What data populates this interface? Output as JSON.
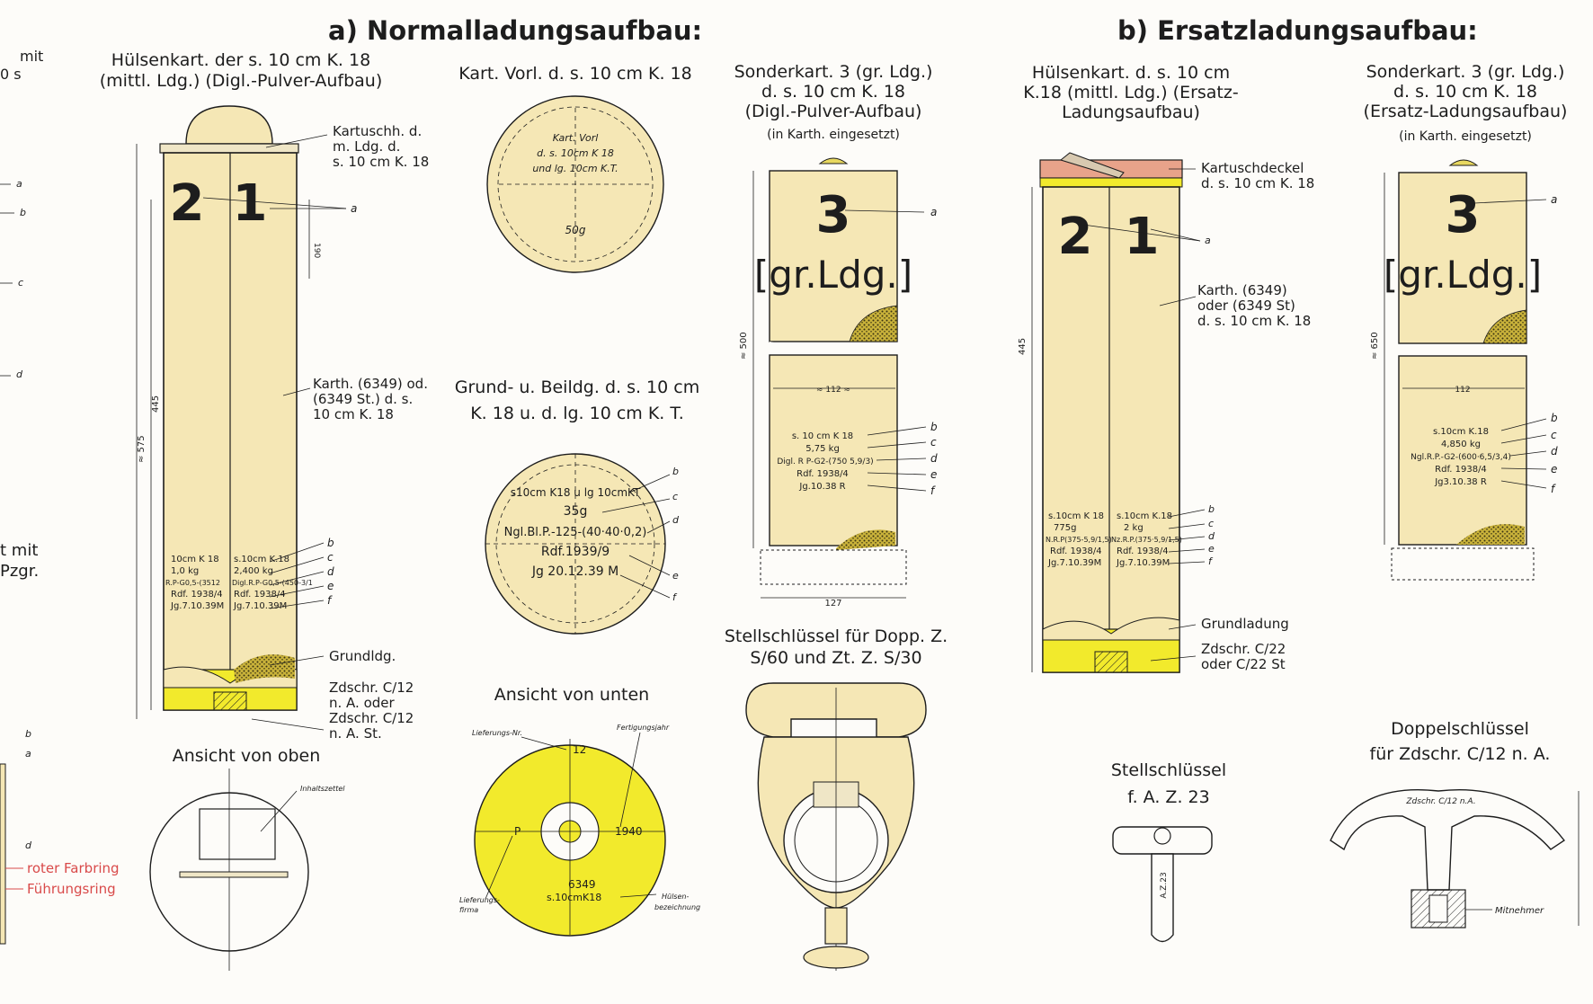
{
  "headings": {
    "a": "a) Normalladungsaufbau:",
    "b": "b) Ersatzladungsaufbau:"
  },
  "colors": {
    "propellant": "#f5e7b5",
    "yellow": "#f2ea2c",
    "red": "#d94a4a",
    "ink": "#1d1d1d",
    "pink_lid": "#e8a38a",
    "brass": "#e8d860"
  },
  "left_fragment": {
    "top_lines": [
      "mit",
      "0 s"
    ],
    "letters_top": [
      "a",
      "b",
      "c",
      "d"
    ],
    "mid_lines": [
      "t mit",
      "Pzgr."
    ],
    "letters_bottom": [
      "b",
      "a",
      "d"
    ],
    "red_label": "roter Farbring",
    "ring_label": "Führungsring"
  },
  "fig_a1": {
    "title": [
      "Hülsenkart. der s. 10 cm K. 18",
      "(mittl. Ldg.) (Digl.-Pulver-Aufbau)"
    ],
    "num_left": "2",
    "num_right": "1",
    "label_cap": [
      "Kartuschh. d.",
      "m. Ldg. d.",
      "s. 10 cm K. 18"
    ],
    "label_bag": [
      "Karth. (6349) od.",
      "(6349 St.) d. s.",
      "10 cm K. 18"
    ],
    "label_base": "Grundldg.",
    "label_fuze": [
      "Zdschr. C/12",
      "n. A. oder",
      "Zdschr. C/12",
      "n. A. St."
    ],
    "dim_190": "190",
    "dim_445": "445",
    "dim_575": "≈ 575",
    "letters": [
      "a",
      "b",
      "c",
      "d",
      "e",
      "f"
    ],
    "stamp_left": [
      "10cm K 18",
      "1,0 kg",
      "R.P-G0,5-(3512",
      "Rdf. 1938/4",
      "Jg.7.10.39M"
    ],
    "stamp_right": [
      "s.10cm K.18",
      "2,400 kg",
      "Digl.R.P-G0,5-(450-3/1",
      "Rdf. 1938/4",
      "Jg.7.10.39M"
    ],
    "view_top_title": "Ansicht von oben",
    "view_top_note": "Inhaltszettel"
  },
  "fig_a2": {
    "title": "Kart. Vorl. d. s. 10 cm K. 18",
    "stamp": [
      "Kart. Vorl",
      "d. s. 10cm K 18",
      "und lg. 10cm K.T."
    ],
    "weight": "50g"
  },
  "fig_a3": {
    "title": [
      "Grund- u. Beildg. d. s. 10 cm",
      "K. 18 u. d. lg. 10 cm K. T."
    ],
    "stamp": [
      "s10cm K18 u lg 10cmKT",
      "35g",
      "Ngl.Bl.P.-125-(40·40·0,2)",
      "Rdf.1939/9",
      "Jg 20.12.39 M"
    ],
    "letters": [
      "b",
      "c",
      "d",
      "e",
      "f"
    ]
  },
  "fig_a4": {
    "title": "Ansicht von unten",
    "num_12": "12",
    "year": "1940",
    "lot": "6349",
    "gun": "s.10cmK18",
    "label_lief_nr": "Lieferungs-Nr.",
    "label_fert": "Fertigungsjahr",
    "label_firma": [
      "Lieferungs-",
      "firma"
    ],
    "label_huelse": [
      "Hülsen-",
      "bezeichnung"
    ],
    "p": "P"
  },
  "fig_a5": {
    "title": [
      "Sonderkart. 3 (gr. Ldg.)",
      "d. s. 10 cm K. 18",
      "(Digl.-Pulver-Aufbau)",
      "(in Karth. eingesetzt)"
    ],
    "num": "3",
    "sub": "[gr.Ldg.]",
    "dim_500": "≈ 500",
    "dim_112": "≈ 112 ≈",
    "dim_127": "127",
    "stamp": [
      "s. 10 cm K 18",
      "5,75 kg",
      "Digl. R P-G2-(750 5,9/3)",
      "Rdf. 1938/4",
      "Jg.10.38 R"
    ],
    "letters": [
      "a",
      "b",
      "c",
      "d",
      "e",
      "f"
    ]
  },
  "fig_a6": {
    "title": [
      "Stellschlüssel für Dopp. Z.",
      "S/60 und Zt. Z. S/30"
    ]
  },
  "fig_b1": {
    "title": [
      "Hülsenkart. d. s. 10 cm",
      "K.18 (mittl. Ldg.) (Ersatz-",
      "Ladungsaufbau)"
    ],
    "num_left": "2",
    "num_right": "1",
    "label_cap": [
      "Kartuschdeckel",
      "d. s. 10 cm K. 18"
    ],
    "label_bag": [
      "Karth. (6349)",
      "oder (6349 St)",
      "d. s. 10 cm K. 18"
    ],
    "label_base": "Grundladung",
    "label_fuze": [
      "Zdschr. C/22",
      "oder C/22 St"
    ],
    "dim_445": "445",
    "letters": [
      "a",
      "b",
      "c",
      "d",
      "e",
      "f"
    ],
    "stamp_left": [
      "s.10cm K 18",
      "775g",
      "N.R.P(375-5,9/1,5)",
      "Rdf. 1938/4",
      "Jg.7.10.39M"
    ],
    "stamp_right": [
      "s.10cm K.18",
      "2 kg",
      "Nz.R.P.(375·5,9/1,5)",
      "Rdf. 1938/4",
      "Jg.7.10.39M"
    ]
  },
  "fig_b2": {
    "title": [
      "Sonderkart. 3 (gr. Ldg.)",
      "d. s. 10 cm K. 18",
      "(Ersatz-Ladungsaufbau)",
      "(in Karth. eingesetzt)"
    ],
    "num": "3",
    "sub": "[gr.Ldg.]",
    "dim_650": "≈ 650",
    "dim_112": "112",
    "stamp": [
      "s.10cm K.18",
      "4,850 kg",
      "Ngl.R.P.-G2-(600·6,5/3,4)",
      "Rdf. 1938/4",
      "Jg3.10.38 R"
    ],
    "letters": [
      "a",
      "b",
      "c",
      "d",
      "e",
      "f"
    ]
  },
  "fig_b3": {
    "title": [
      "Stellschlüssel",
      "f. A. Z. 23"
    ],
    "marking": "A.Z.23"
  },
  "fig_b4": {
    "title": [
      "Doppelschlüssel",
      "für Zdschr. C/12 n. A."
    ],
    "marking": "Zdschr. C/12 n.A.",
    "label_mitn": "Mitnehmer"
  }
}
